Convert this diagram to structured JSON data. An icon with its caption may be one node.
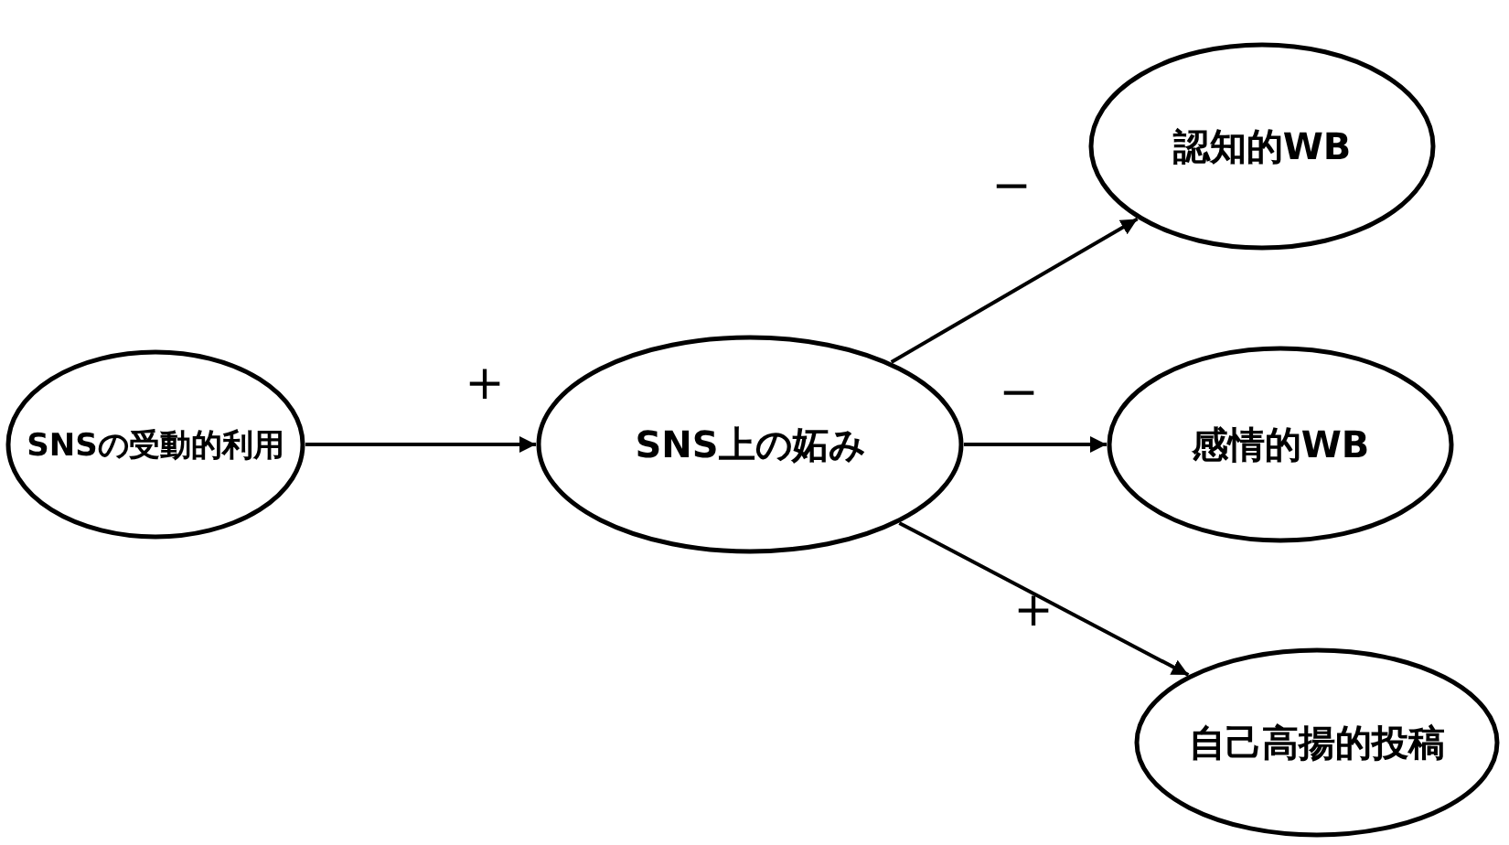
{
  "diagram": {
    "nodes": [
      {
        "text": [
          "SNSの受動的利用"
        ]
      },
      {
        "text": [
          "SNS上の妬み"
        ]
      },
      {
        "text": [
          "認知的WB"
        ]
      },
      {
        "text": [
          "感情的WB"
        ]
      },
      {
        "text": [
          "自己高揚的投稿"
        ]
      }
    ],
    "edges": [
      {
        "from": 0,
        "to": 1,
        "arrow": "to",
        "label": "+"
      },
      {
        "from": 1,
        "to": 2,
        "arrow": "to",
        "label": "−"
      },
      {
        "from": 1,
        "to": 3,
        "arrow": "to",
        "label": "−"
      },
      {
        "from": 1,
        "to": 4,
        "arrow": "to",
        "label": "+"
      }
    ]
  }
}
